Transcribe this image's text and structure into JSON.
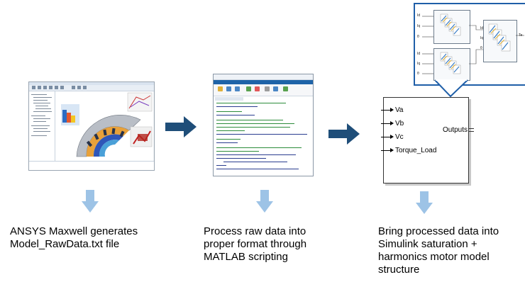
{
  "steps": [
    {
      "caption_lines": [
        "ANSYS Maxwell generates",
        "Model_RawData.txt file"
      ],
      "thumbnail": "ansys-maxwell-screenshot"
    },
    {
      "caption_lines": [
        "Process raw data into",
        "proper format through",
        "MATLAB scripting"
      ],
      "thumbnail": "matlab-editor-screenshot"
    },
    {
      "caption_lines": [
        "Bring processed data into",
        "Simulink saturation +",
        "harmonics motor model",
        "structure"
      ],
      "thumbnail": "simulink-block"
    }
  ],
  "simulink_block": {
    "inputs": [
      "Va",
      "Vb",
      "Vc",
      "Torque_Load"
    ],
    "output": "Outputs"
  },
  "callout_detail": {
    "left_labels_top": [
      "Id",
      "Iq",
      "θ"
    ],
    "left_labels_bottom": [
      "Id",
      "Iq",
      "θ"
    ],
    "middle_labels": [
      "Id",
      "Iq",
      "θ"
    ],
    "output_label": "Te"
  },
  "colors": {
    "flow_arrow": "#1f4e79",
    "down_arrow": "#9dc3e6",
    "callout_border": "#1f5fa8"
  }
}
